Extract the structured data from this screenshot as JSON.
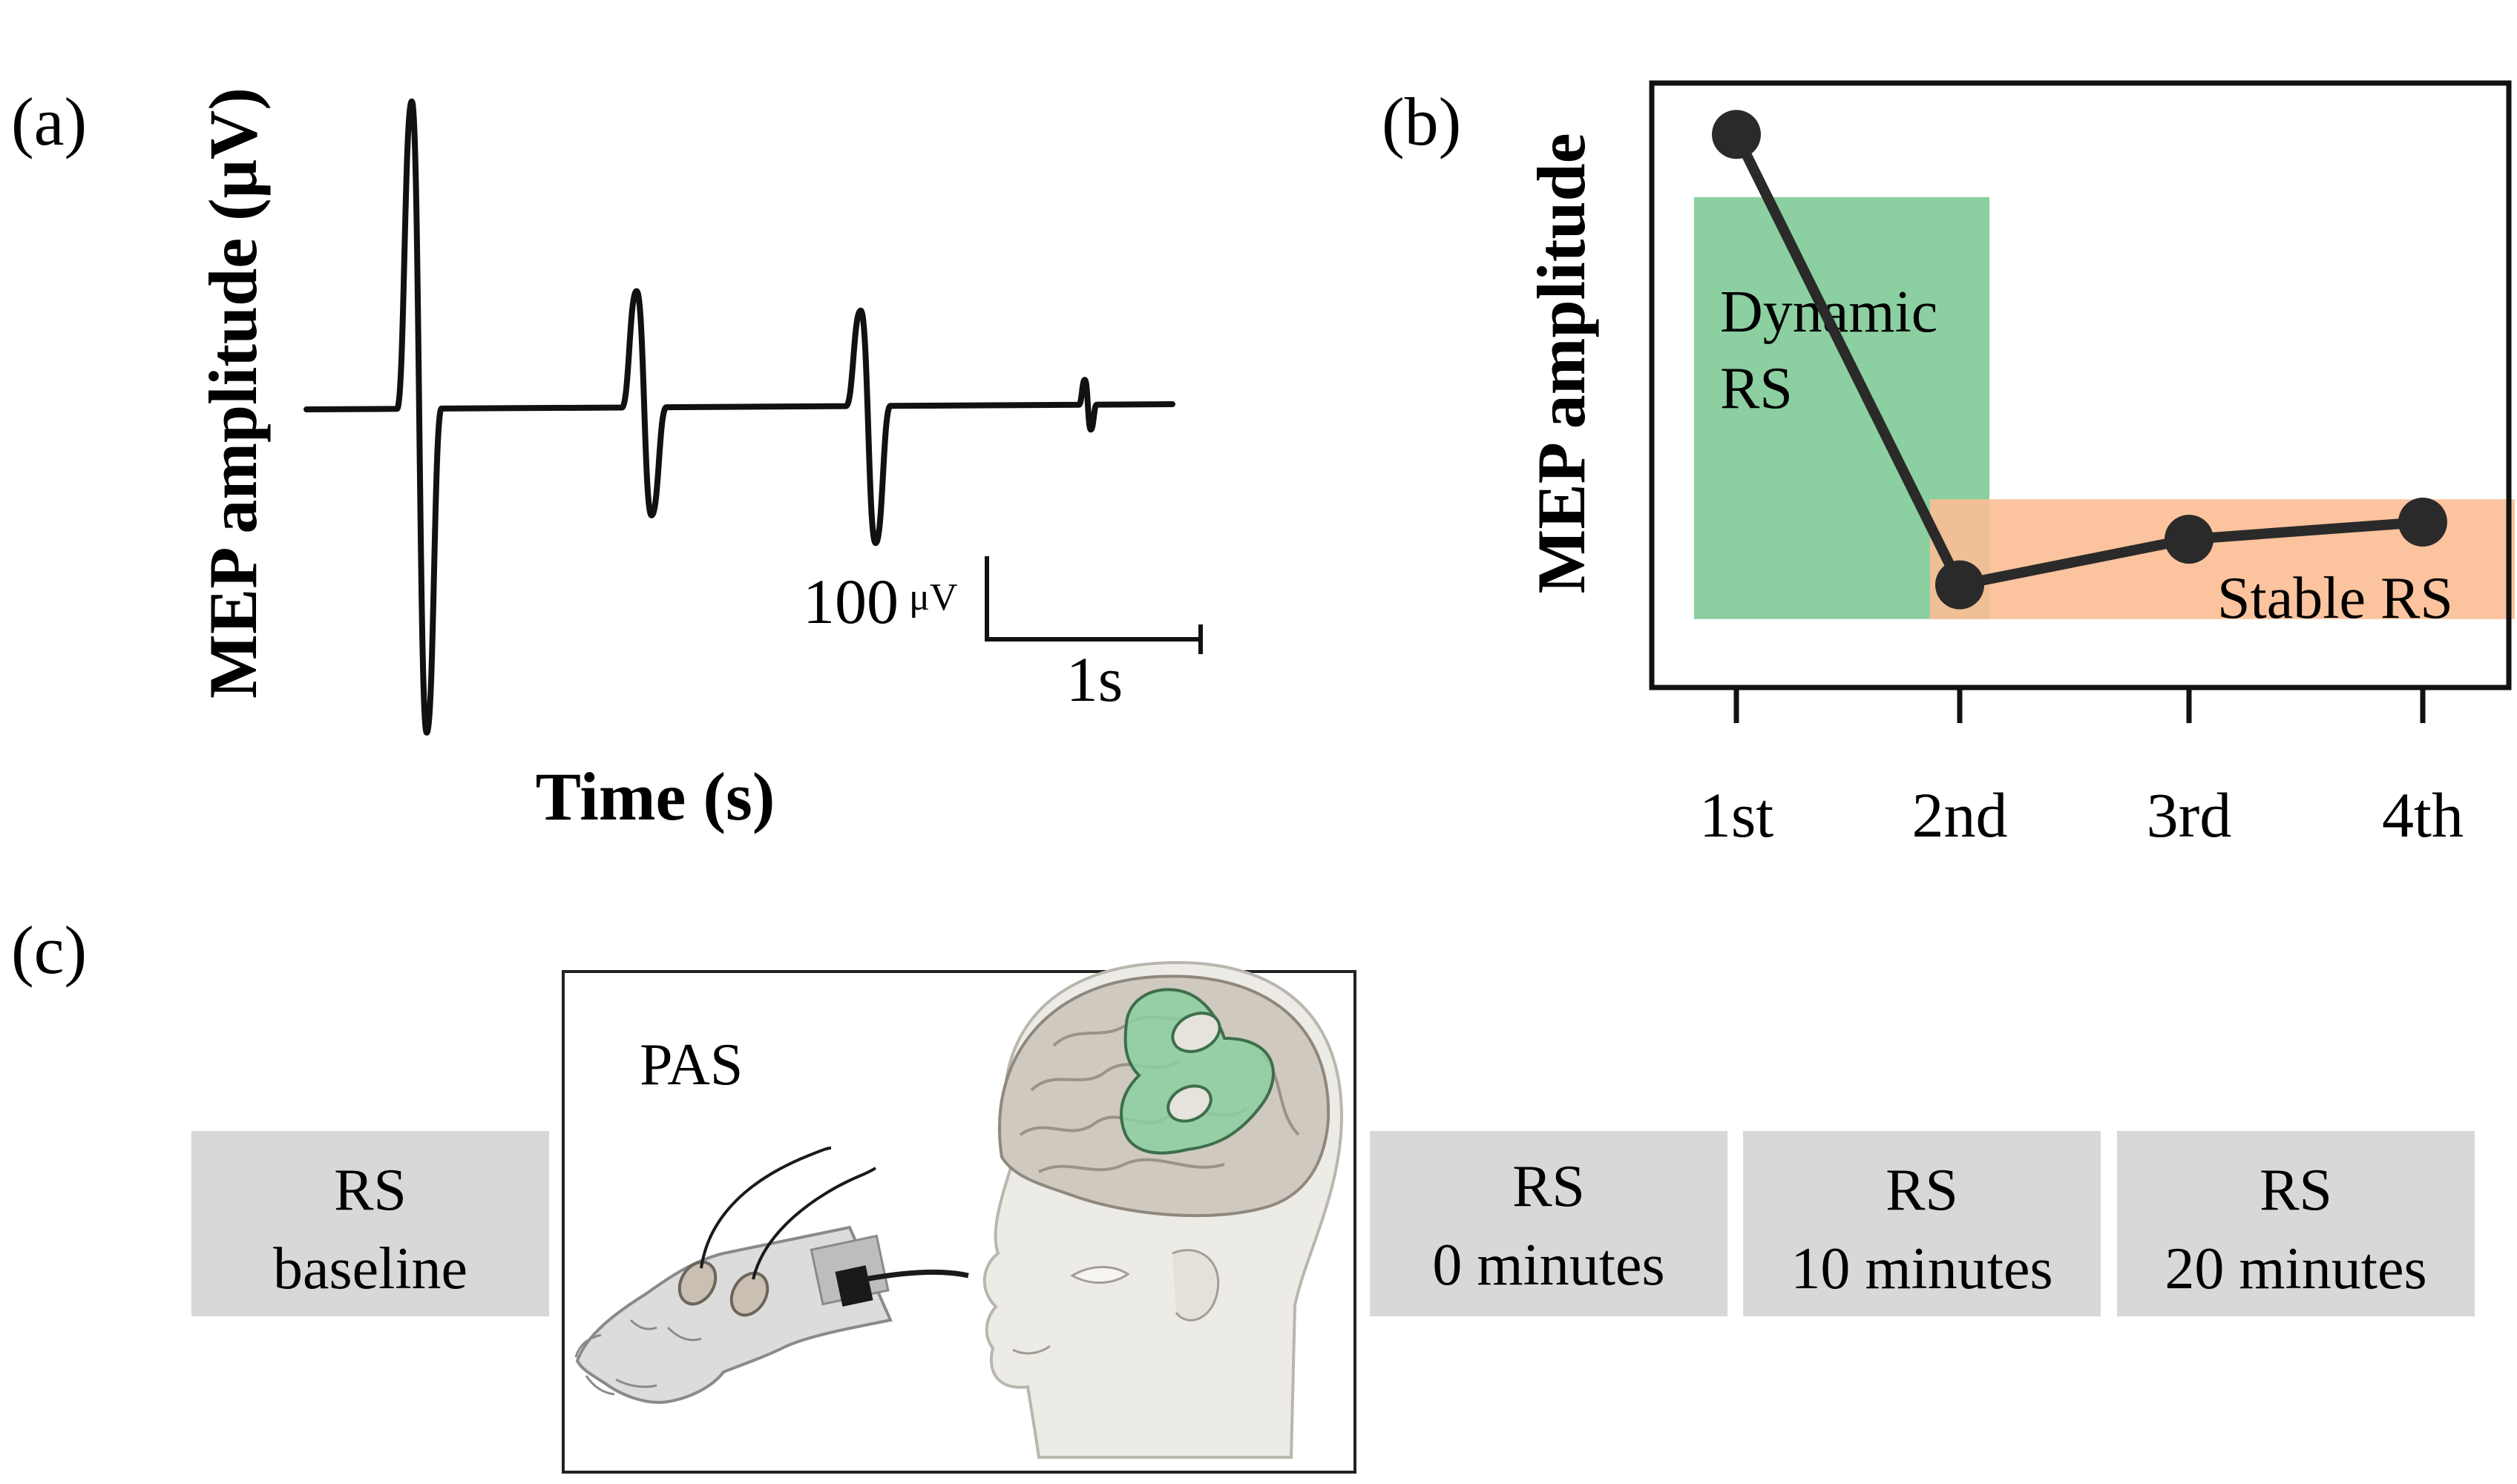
{
  "panel_labels": {
    "a": "(a)",
    "b": "(b)",
    "c": "(c)"
  },
  "panel_a": {
    "ylabel": "MEP amplitude (μV)",
    "xlabel": "Time (s)",
    "scalebar": {
      "amplitude": "100",
      "amplitude_unit": "μV",
      "time": "1s"
    }
  },
  "chart_data": [
    {
      "type": "line",
      "panel": "a",
      "xlabel": "Time (s)",
      "ylabel": "MEP amplitude (μV)",
      "series": [
        {
          "peak_uV": 370,
          "trough_uV": -390
        },
        {
          "peak_uV": 140,
          "trough_uV": -130
        },
        {
          "peak_uV": 115,
          "trough_uV": -165
        },
        {
          "peak_uV": 30,
          "trough_uV": -30
        }
      ],
      "scalebar": {
        "amplitude_uV": 100,
        "time_s": 1
      },
      "color": "#111111"
    },
    {
      "type": "line",
      "panel": "b",
      "ylabel": "MEP amplitude",
      "categories": [
        "1st",
        "2nd",
        "3rd",
        "4th"
      ],
      "values": [
        0.97,
        0.18,
        0.26,
        0.29
      ],
      "ylim": [
        0,
        1.06
      ],
      "regions": [
        {
          "label_lines": [
            "Dynamic",
            "RS"
          ],
          "color": "#8ccfa0",
          "from": "1st",
          "to": "2nd",
          "y_range": [
            0.12,
            0.86
          ]
        },
        {
          "label": "Stable RS",
          "color": "#fbbd93",
          "from": "2nd",
          "to": "4th",
          "y_range": [
            0.12,
            0.33
          ]
        }
      ],
      "line_color": "#2a2a2a"
    }
  ],
  "panel_c": {
    "steps": [
      {
        "line1": "RS",
        "line2": "baseline"
      },
      {
        "line1": "RS",
        "line2": "0 minutes"
      },
      {
        "line1": "RS",
        "line2": "10 minutes"
      },
      {
        "line1": "RS",
        "line2": "20 minutes"
      }
    ],
    "pas_label": "PAS",
    "box_color": "#d9d7d7",
    "coil_color": "#8ccfa0"
  }
}
